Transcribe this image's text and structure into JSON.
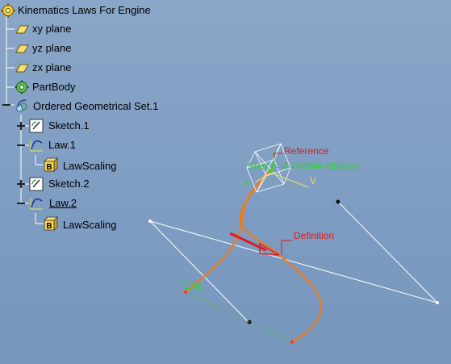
{
  "tree": {
    "root": {
      "label": "Kinematics Laws For Engine",
      "icon": "product-gear-icon"
    },
    "items": [
      {
        "id": "xy-plane",
        "label": "xy plane",
        "icon": "plane-icon"
      },
      {
        "id": "yz-plane",
        "label": "yz plane",
        "icon": "plane-icon"
      },
      {
        "id": "zx-plane",
        "label": "zx plane",
        "icon": "plane-icon"
      },
      {
        "id": "partbody",
        "label": "PartBody",
        "icon": "partbody-gear-icon"
      },
      {
        "id": "ordered-geometrical-set",
        "label": "Ordered Geometrical Set.1",
        "icon": "geometrical-set-icon"
      },
      {
        "id": "sketch-1",
        "label": "Sketch.1",
        "icon": "sketch-icon"
      },
      {
        "id": "law-1",
        "label": "Law.1",
        "icon": "law-icon"
      },
      {
        "id": "lawscaling-1",
        "label": "LawScaling",
        "icon": "lawscaling-box-icon"
      },
      {
        "id": "sketch-2",
        "label": "Sketch.2",
        "icon": "sketch-icon"
      },
      {
        "id": "law-2",
        "label": "Law.2",
        "icon": "law-icon"
      },
      {
        "id": "lawscaling-2",
        "label": "LawScaling",
        "icon": "lawscaling-box-icon"
      }
    ]
  },
  "viewport": {
    "labels": {
      "reference": "Reference",
      "start": "Start t=-4.44089e-016mm",
      "v_axis": "V",
      "x_axis": "x",
      "definition": "Definition",
      "end": "End"
    },
    "colors": {
      "curve": "#f07a18",
      "annotation_red": "#e21a1a",
      "annotation_green": "#27d827",
      "construction_white": "#ffffff",
      "axis_yellow": "#e8e25a"
    }
  }
}
